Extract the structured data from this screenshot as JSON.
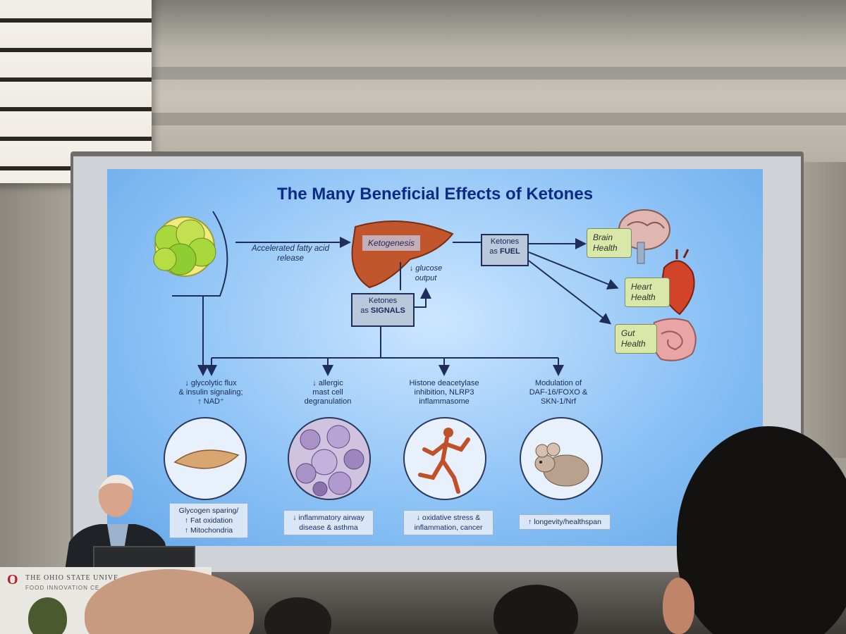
{
  "slide": {
    "title": "The Many Beneficial Effects of Ketones",
    "fatty_acid_label": "Accelerated fatty acid release",
    "ketogenesis_label": "Ketogenesis",
    "glucose_label": "↓ glucose output",
    "ketones_fuel": {
      "line1": "Ketones",
      "line2_prefix": "as ",
      "line2_bold": "FUEL"
    },
    "ketones_signals": {
      "line1": "Ketones",
      "line2_prefix": "as ",
      "line2_bold": "SIGNALS"
    },
    "health_boxes": [
      {
        "line1": "Brain",
        "line2": "Health"
      },
      {
        "line1": "Heart",
        "line2": "Health"
      },
      {
        "line1": "Gut",
        "line2": "Health"
      }
    ],
    "effects": [
      {
        "top": [
          "↓ glycolytic flux",
          "& insulin signaling;",
          "↑ NAD⁺"
        ],
        "bottom": [
          "Glycogen sparing/",
          "↑ Fat oxidation",
          "↑ Mitochondria"
        ]
      },
      {
        "top": [
          "↓ allergic",
          "mast cell",
          "degranulation"
        ],
        "bottom": [
          "↓ inflammatory airway",
          "disease & asthma"
        ]
      },
      {
        "top": [
          "Histone deacetylase",
          "inhibition, NLRP3",
          "inflammasome"
        ],
        "bottom": [
          "↓ oxidative stress &",
          "inflammation, cancer"
        ]
      },
      {
        "top": [
          "Modulation of",
          "DAF-16/FOXO &",
          "SKN-1/Nrf"
        ],
        "bottom": [
          "↑ longevity/healthspan"
        ]
      }
    ]
  },
  "podium": {
    "line1": "THE OHIO STATE UNIVE",
    "line2": "FOOD INNOVATION CE",
    "logo_letter": "O"
  },
  "colors": {
    "title": "#0e2a86",
    "slide_bg": "#8fc4f6",
    "health_box": "#d9e8a8",
    "osu_red": "#bb1f2a"
  }
}
